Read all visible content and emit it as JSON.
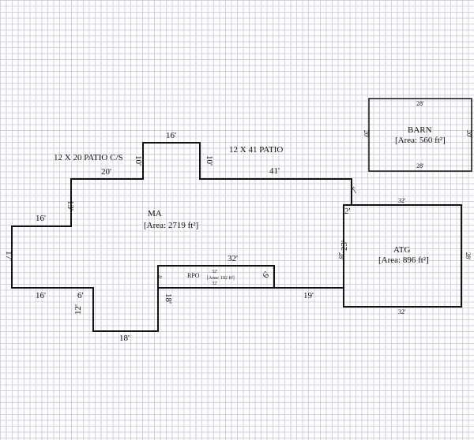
{
  "annotations": {
    "patio1": "12 X 20 PATIO C/S",
    "patio2": "12 X 41 PATIO"
  },
  "ma": {
    "name": "MA",
    "area": "[Area: 2719 ft²]",
    "dims": {
      "left": "17'",
      "top_left": "16'",
      "step1": "13'",
      "top_mid": "20'",
      "bump_left": "10'",
      "bump_top": "16'",
      "bump_right": "10'",
      "top_right": "41'",
      "right_step": "7'",
      "notch": "2'",
      "right": "23'",
      "bottom_right": "19'",
      "rpo_top": "32'",
      "bottom_vert": "18'",
      "bottom": "18'",
      "bottom_left_vert": "12'",
      "small_step": "6'",
      "bottom_left": "16'"
    }
  },
  "rpo": {
    "name": "RPO",
    "area": "[Area: 192 ft²]",
    "top": "32'",
    "bottom": "32'",
    "left": "6'",
    "right": "6'"
  },
  "atg": {
    "name": "ATG",
    "area": "[Area: 896 ft²]",
    "top": "32'",
    "bottom": "32'",
    "left": "28'",
    "right": "28'"
  },
  "barn": {
    "name": "BARN",
    "area": "[Area: 560 ft²]",
    "top": "28'",
    "bottom": "28'",
    "left": "20'",
    "right": "20'"
  }
}
